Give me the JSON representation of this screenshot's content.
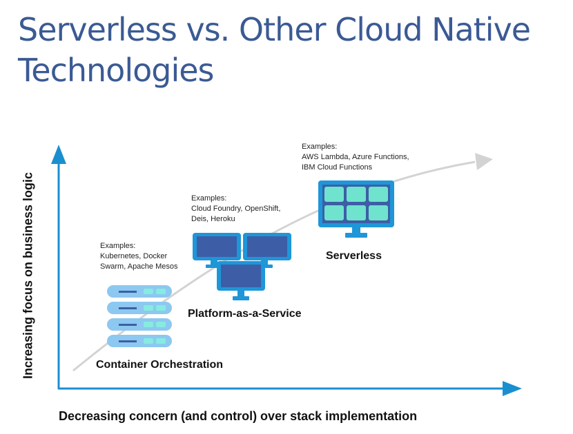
{
  "title": "Serverless vs. Other Cloud Native Technologies",
  "axes": {
    "y_label": "Increasing focus on business logic",
    "x_label": "Decreasing concern (and control) over stack implementation"
  },
  "colors": {
    "title": "#3b5a94",
    "axis": "#1a8fd0",
    "trend": "#d3d3d3",
    "device_frame": "#1e96d8",
    "server_bar": "#8cc8f0",
    "server_light": "#86ebe0",
    "monitor_screen": "#3d5ea6",
    "serverless_tile": "#6fe3cd"
  },
  "technologies": [
    {
      "id": "container-orchestration",
      "label": "Container Orchestration",
      "icon": "server-stack-icon",
      "examples_heading": "Examples:",
      "examples": [
        "Kubernetes, Docker",
        "Swarm, Apache Mesos"
      ]
    },
    {
      "id": "paas",
      "label": "Platform-as-a-Service",
      "icon": "monitors-icon",
      "examples_heading": "Examples:",
      "examples": [
        "Cloud Foundry, OpenShift,",
        "Deis, Heroku"
      ]
    },
    {
      "id": "serverless",
      "label": "Serverless",
      "icon": "function-grid-icon",
      "examples_heading": "Examples:",
      "examples": [
        "AWS Lambda, Azure Functions,",
        "IBM Cloud Functions"
      ]
    }
  ]
}
